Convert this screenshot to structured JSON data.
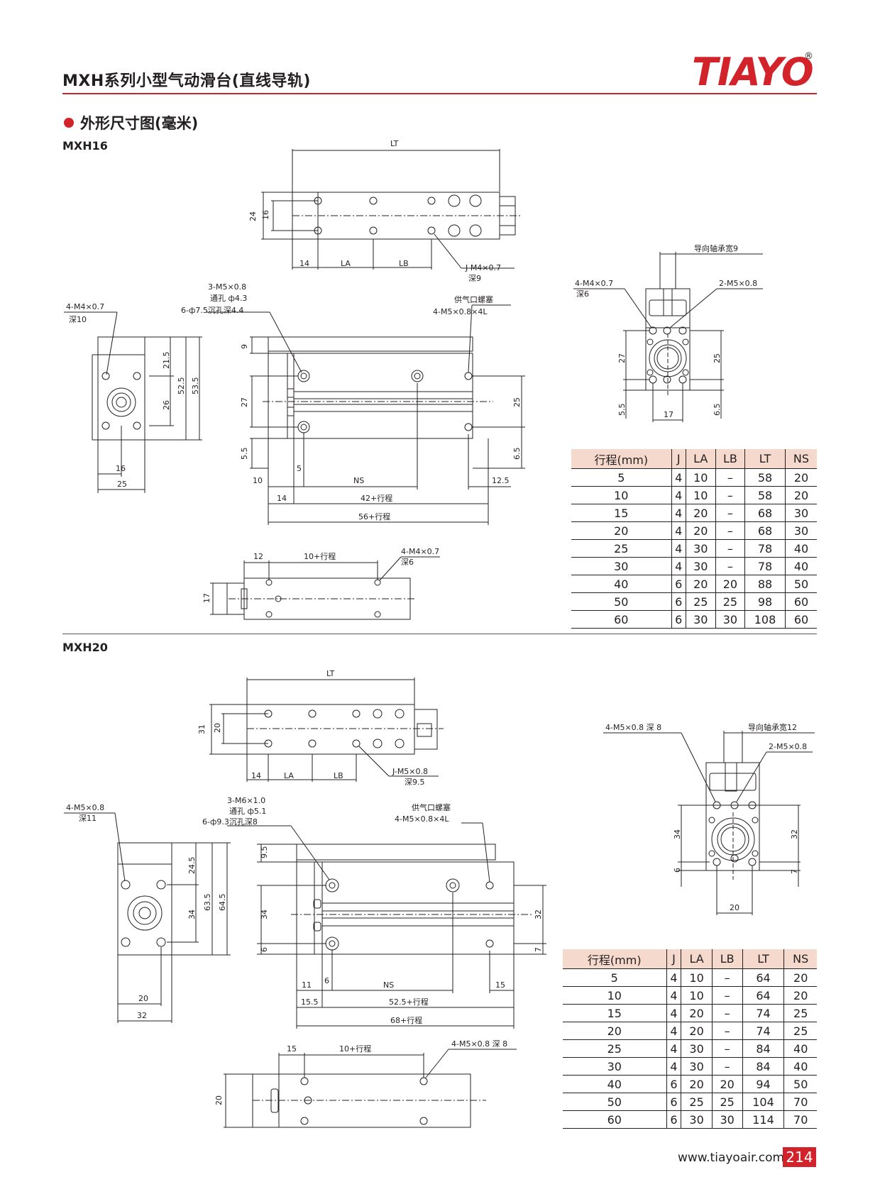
{
  "header": {
    "title": "MXH系列小型气动滑台(直线导轨)",
    "brand": "TIAYO",
    "reg": "®"
  },
  "section": {
    "title": "外形尺寸图(毫米)"
  },
  "colors": {
    "accent": "#d2232a",
    "table_header_bg": "#f6d9cd"
  },
  "mxh16": {
    "model": "MXH16",
    "top_view": {
      "LT": "LT",
      "d24": "24",
      "d16": "16",
      "d14": "14",
      "LA": "LA",
      "LB": "LB",
      "thread": "J-M4×0.7",
      "depth": "深9"
    },
    "end_view": {
      "thread": "4-M4×0.7",
      "depth": "深10",
      "d215": "21.5",
      "d525": "52.5",
      "d535": "53.5",
      "d26": "26",
      "d16": "16",
      "d25": "25"
    },
    "side_view": {
      "m5": "3-M5×0.8",
      "hole": "通孔 ф4.3",
      "cb": "6-ф7.5沉孔深4.4",
      "port": "供气口螺塞",
      "port_thread": "4-M5×0.8×4L",
      "d9": "9",
      "d27": "27",
      "d55": "5.5",
      "d25": "25",
      "d65": "6.5",
      "d10": "10",
      "d5": "5",
      "NS": "NS",
      "d125": "12.5",
      "d14": "14",
      "d42": "42+行程",
      "d56": "56+行程"
    },
    "bottom_view": {
      "d12": "12",
      "d10": "10+行程",
      "thread": "4-M4×0.7",
      "depth": "深6",
      "d17": "17"
    },
    "right_view": {
      "guide": "导向轴承宽9",
      "thread": "4-M4×0.7",
      "depth": "深6",
      "m5": "2-M5×0.8",
      "d27": "27",
      "d25": "25",
      "d55": "5.5",
      "d65": "6.5",
      "d17": "17"
    },
    "table": {
      "headers": [
        "行程(mm)",
        "J",
        "LA",
        "LB",
        "LT",
        "NS"
      ],
      "rows": [
        [
          "5",
          "4",
          "10",
          "–",
          "58",
          "20"
        ],
        [
          "10",
          "4",
          "10",
          "–",
          "58",
          "20"
        ],
        [
          "15",
          "4",
          "20",
          "–",
          "68",
          "30"
        ],
        [
          "20",
          "4",
          "20",
          "–",
          "68",
          "30"
        ],
        [
          "25",
          "4",
          "30",
          "–",
          "78",
          "40"
        ],
        [
          "30",
          "4",
          "30",
          "–",
          "78",
          "40"
        ],
        [
          "40",
          "6",
          "20",
          "20",
          "88",
          "50"
        ],
        [
          "50",
          "6",
          "25",
          "25",
          "98",
          "60"
        ],
        [
          "60",
          "6",
          "30",
          "30",
          "108",
          "60"
        ]
      ]
    }
  },
  "mxh20": {
    "model": "MXH20",
    "top_view": {
      "LT": "LT",
      "d31": "31",
      "d20": "20",
      "d14": "14",
      "LA": "LA",
      "LB": "LB",
      "thread": "J-M5×0.8",
      "depth": "深9.5"
    },
    "end_view": {
      "thread": "4-M5×0.8",
      "depth": "深11",
      "d245": "24.5",
      "d635": "63.5",
      "d645": "64.5",
      "d34": "34",
      "d20": "20",
      "d32": "32"
    },
    "side_view": {
      "m6": "3-M6×1.0",
      "hole": "通孔 ф5.1",
      "cb": "6-ф9.3沉孔深8",
      "port": "供气口螺塞",
      "port_thread": "4-M5×0.8×4L",
      "d95": "9.5",
      "d34": "34",
      "d6": "6",
      "d32": "32",
      "d7": "7",
      "d11": "11",
      "d6b": "6",
      "NS": "NS",
      "d15": "15",
      "d155": "15.5",
      "d525": "52.5+行程",
      "d68": "68+行程"
    },
    "bottom_view": {
      "d15": "15",
      "d10": "10+行程",
      "thread": "4-M5×0.8 深 8",
      "d20": "20"
    },
    "right_view": {
      "thread": "4-M5×0.8 深 8",
      "guide": "导向轴承宽12",
      "m5": "2-M5×0.8",
      "d34": "34",
      "d32": "32",
      "d6": "6",
      "d7": "7",
      "d20": "20"
    },
    "table": {
      "headers": [
        "行程(mm)",
        "J",
        "LA",
        "LB",
        "LT",
        "NS"
      ],
      "rows": [
        [
          "5",
          "4",
          "10",
          "–",
          "64",
          "20"
        ],
        [
          "10",
          "4",
          "10",
          "–",
          "64",
          "20"
        ],
        [
          "15",
          "4",
          "20",
          "–",
          "74",
          "25"
        ],
        [
          "20",
          "4",
          "20",
          "–",
          "74",
          "25"
        ],
        [
          "25",
          "4",
          "30",
          "–",
          "84",
          "40"
        ],
        [
          "30",
          "4",
          "30",
          "–",
          "84",
          "40"
        ],
        [
          "40",
          "6",
          "20",
          "20",
          "94",
          "50"
        ],
        [
          "50",
          "6",
          "25",
          "25",
          "104",
          "70"
        ],
        [
          "60",
          "6",
          "30",
          "30",
          "114",
          "70"
        ]
      ]
    }
  },
  "footer": {
    "url": "www.tiayoair.com",
    "page": "214"
  }
}
